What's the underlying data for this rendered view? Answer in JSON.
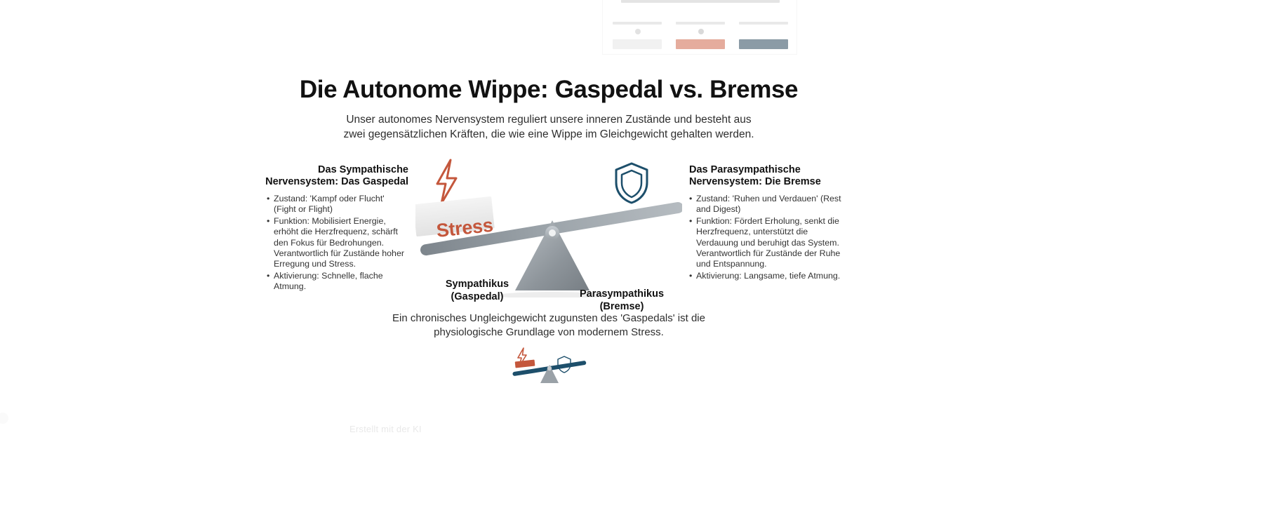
{
  "slide": {
    "title": "Die Autonome Wippe: Gaspedal vs. Bremse",
    "subtitle": "Unser autonomes Nervensystem reguliert unsere inneren Zustände und besteht aus zwei gegensätzlichen Kräften, die wie eine Wippe im Gleichgewicht gehalten werden.",
    "caption": "Ein chronisches Ungleichgewicht zugunsten des 'Gaspedals' ist die physiologische Grundlage von modernem Stress."
  },
  "left_column": {
    "heading": "Das Sympathische Nervensystem: Das Gaspedal",
    "bullets": [
      "Zustand: 'Kampf oder Flucht' (Fight or Flight)",
      "Funktion: Mobilisiert Energie, erhöht die Herzfrequenz, schärft den Fokus für Bedrohungen. Verantwortlich für Zustände hoher Erregung und Stress.",
      "Aktivierung: Schnelle, flache Atmung."
    ]
  },
  "right_column": {
    "heading": "Das Parasympathische Nervensystem: Die Bremse",
    "bullets": [
      "Zustand: 'Ruhen und Verdauen' (Rest and Digest)",
      "Funktion: Fördert Erholung, senkt die Herzfrequenz, unterstützt die Verdauung und beruhigt das System. Verantwortlich für Zustände der Ruhe und Entspannung.",
      "Aktivierung: Langsame, tiefe Atmung."
    ]
  },
  "illustration": {
    "stress_block_label": "Stress",
    "left_label_line1": "Sympathikus",
    "left_label_line2": "(Gaspedal)",
    "right_label_line1": "Parasympathikus",
    "right_label_line2": "(Bremse)",
    "lightning_icon": "lightning-bolt-icon",
    "shield_icon": "shield-icon",
    "fulcrum_icon": "seesaw-fulcrum"
  },
  "colors": {
    "stress_accent": "#c4573c",
    "shield_accent": "#1d4f6b",
    "beam_gray": "#9aa0a6",
    "fulcrum_gray": "#8e959b",
    "title_text": "#111111",
    "body_text": "#333333"
  },
  "footer": {
    "ghost_text": "Erstellt mit der KI"
  }
}
